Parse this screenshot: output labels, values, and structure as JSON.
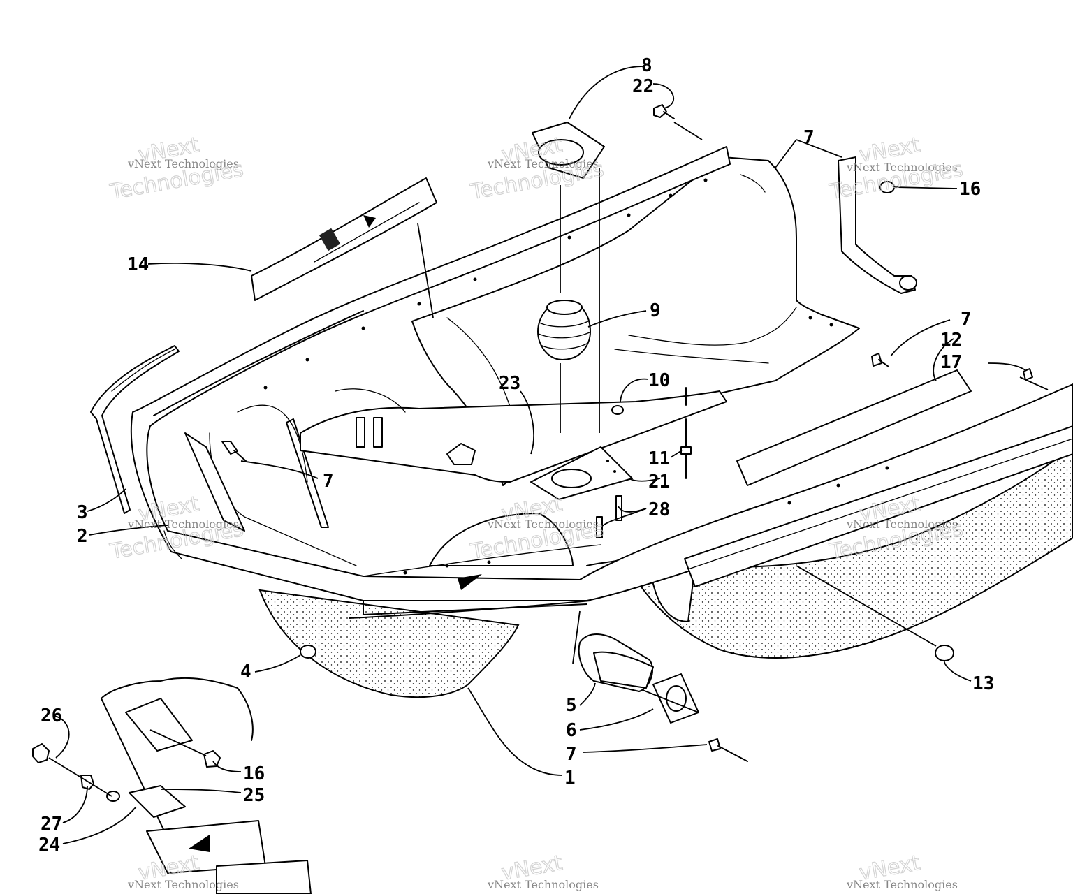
{
  "watermark": {
    "small_text": "vNext Technologies",
    "big_line1": "vNext",
    "big_line2": "Technologies"
  },
  "part_numbers": [
    "1",
    "2",
    "3",
    "4",
    "5",
    "6",
    "7",
    "7",
    "7",
    "7",
    "8",
    "9",
    "10",
    "11",
    "12",
    "13",
    "14",
    "16",
    "16",
    "17",
    "21",
    "22",
    "23",
    "24",
    "25",
    "26",
    "27",
    "28"
  ]
}
